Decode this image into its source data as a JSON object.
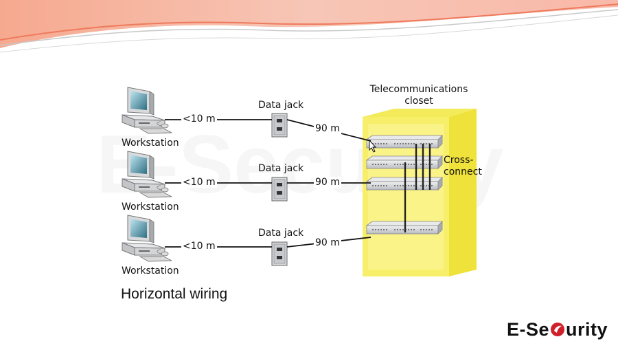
{
  "diagram": {
    "closet_title": "Telecommunications closet",
    "closet_title_line1": "Telecommunications",
    "closet_title_line2": "closet",
    "cross_connect_line1": "Cross-",
    "cross_connect_line2": "connect",
    "rows": [
      {
        "workstation_label": "Workstation",
        "patch_distance": "<10 m",
        "jack_label": "Data jack",
        "horizontal_distance": "90 m"
      },
      {
        "workstation_label": "Workstation",
        "patch_distance": "<10 m",
        "jack_label": "Data jack",
        "horizontal_distance": "90 m"
      },
      {
        "workstation_label": "Workstation",
        "patch_distance": "<10 m",
        "jack_label": "Data jack",
        "horizontal_distance": "90 m"
      }
    ]
  },
  "caption": "Horizontal wiring",
  "watermark": "E-Security",
  "brand": {
    "prefix": "E-Se",
    "suffix": "urity"
  },
  "colors": {
    "closet_yellow": "#f7ef6a",
    "closet_side": "#efe23a",
    "banner_red": "#f28b6b",
    "brand_red": "#d0202a"
  }
}
